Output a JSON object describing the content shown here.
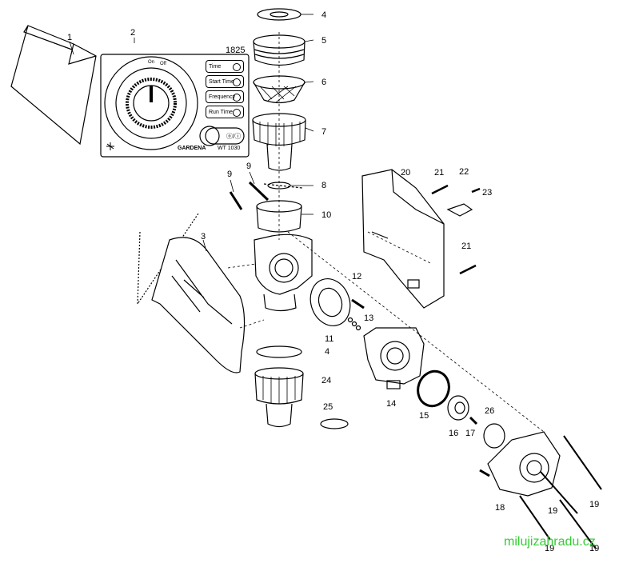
{
  "diagram": {
    "part_labels": [
      "1",
      "2",
      "3",
      "4",
      "5",
      "6",
      "7",
      "8",
      "9",
      "9",
      "10",
      "11",
      "12",
      "13",
      "4",
      "14",
      "15",
      "16",
      "17",
      "18",
      "19",
      "19",
      "19",
      "19",
      "20",
      "21",
      "22",
      "23",
      "21",
      "24",
      "25",
      "26"
    ],
    "model_code": "1825",
    "controller": {
      "buttons": [
        "Time",
        "Start Time",
        "Frequency",
        "Run Time"
      ],
      "power_button": "ⓞ/ⓘ",
      "brand": "GARDENA",
      "model": "WT 1030",
      "dial_ring_labels": {
        "on": "On",
        "off": "Off"
      }
    },
    "watermark": "milujizahradu.cz"
  }
}
